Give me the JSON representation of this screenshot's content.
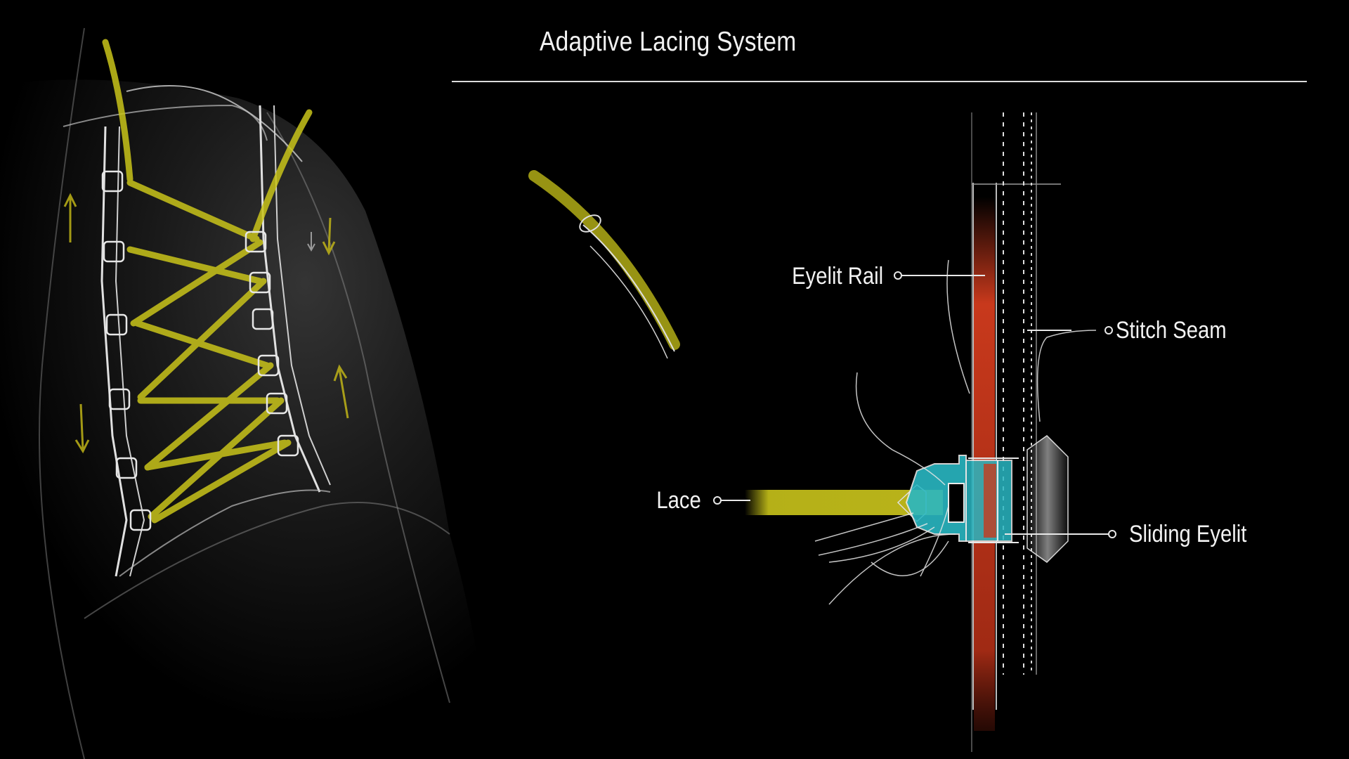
{
  "title": "Adaptive Lacing System",
  "labels": {
    "eyelit_rail": "Eyelit Rail",
    "stitch_seam": "Stitch Seam",
    "lace": "Lace",
    "sliding_eyelit": "Sliding Eyelit"
  },
  "colors": {
    "background": "#000000",
    "lace": "#c9c41a",
    "eyelit_rail": "#c8391c",
    "sliding_eyelit": "#2ab7c2",
    "sketch_line": "#e8e8e8"
  }
}
